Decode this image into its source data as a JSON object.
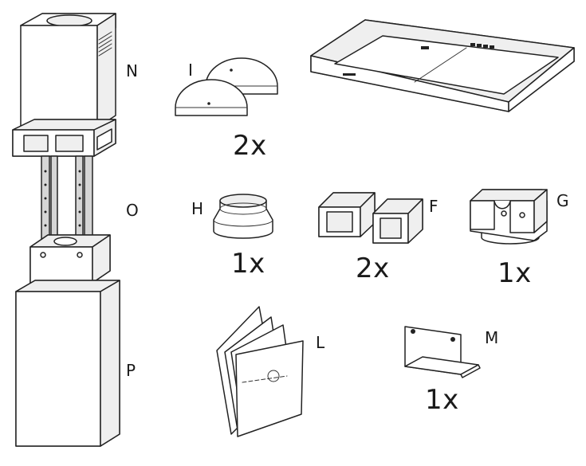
{
  "parts": [
    {
      "id": "N",
      "label": "N"
    },
    {
      "id": "O",
      "label": "O"
    },
    {
      "id": "P",
      "label": "P"
    },
    {
      "id": "I",
      "label": "I",
      "quantity": "2x"
    },
    {
      "id": "H",
      "label": "H",
      "quantity": "1x"
    },
    {
      "id": "F",
      "label": "F",
      "quantity": "2x"
    },
    {
      "id": "G",
      "label": "G",
      "quantity": "1x"
    },
    {
      "id": "L",
      "label": "L"
    },
    {
      "id": "M",
      "label": "M",
      "quantity": "1x"
    }
  ]
}
